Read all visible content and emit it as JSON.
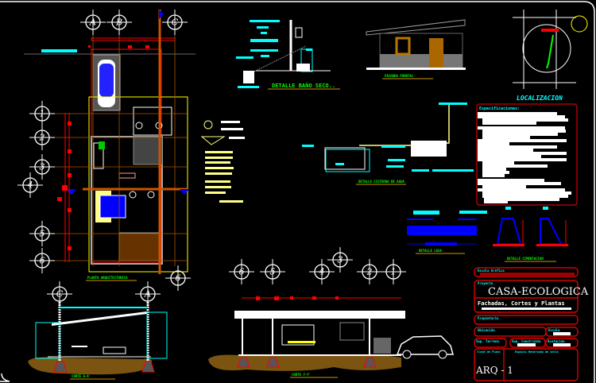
{
  "drawing": {
    "title_block": {
      "scale_label": "Escala Gráfica",
      "project_label": "Proyecto",
      "project_name": "CASA-ECOLOGICA",
      "sheet_subtitle": "Fachadas, Cortes y Plantas",
      "owner_label": "Propietario",
      "location_label": "Ubicación",
      "scale_field_label": "Escala",
      "lot_area_label": "Sup. Terreno",
      "built_area_label": "Sup. Construida",
      "dimension_label": "Acotación",
      "sheet_key_label": "Clave de Plano",
      "stamp_label": "Espacio Reservado de Sello",
      "sheet_key": "ARQ - 1"
    },
    "views": {
      "floor_plan": "PLANTA ARQUITECTONICA",
      "dry_toilet": "DETALLE BAÑO SECO..",
      "front_facade": "FACHADA FRONTAL",
      "location": "LOCALIZACION",
      "specs_title": "Especificaciones:",
      "cistern": "DETALLE CISTERNA DE AGUA",
      "slab": "DETALLE LOSA",
      "foundation": "DETALLE CIMENTACION",
      "section_aa": "CORTE A-A'",
      "section_yy": "CORTE Y-Y'"
    },
    "grid_axes": {
      "plan_top": [
        "A",
        "B",
        "C"
      ],
      "plan_left": [
        "1",
        "2",
        "3",
        "4",
        "5",
        "6"
      ],
      "plan_bottom": [
        "6"
      ],
      "section_aa": [
        "C",
        "A"
      ],
      "section_yy": [
        "6",
        "5",
        "4",
        "3",
        "2",
        "1"
      ]
    },
    "colors": {
      "red": "#ff0000",
      "cyan": "#00ffff",
      "green": "#00ff00",
      "yellow": "#ffff00",
      "brown": "#c06010",
      "blue": "#0000ff"
    }
  }
}
